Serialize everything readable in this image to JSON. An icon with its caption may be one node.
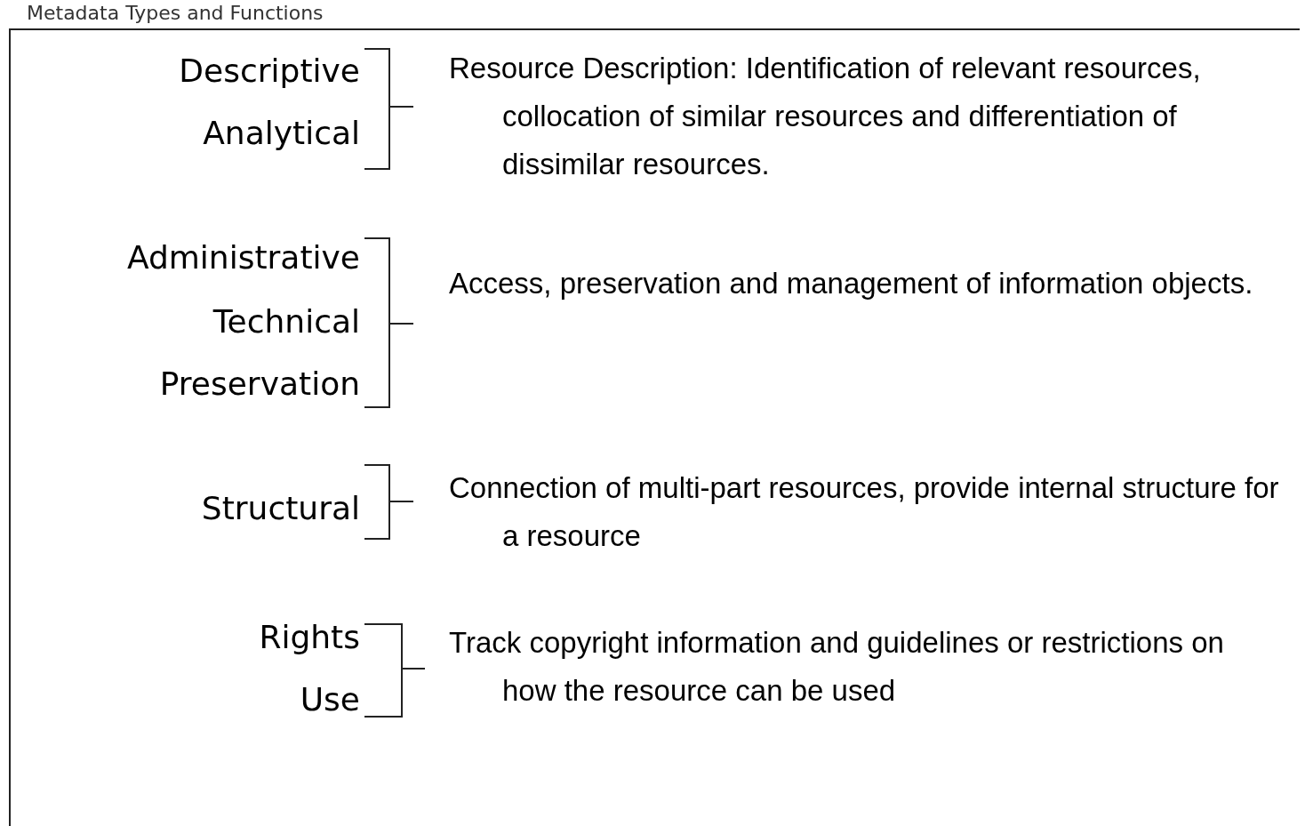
{
  "diagram": {
    "title": "Metadata Types and Functions",
    "labels": [
      "Descriptive",
      "Analytical",
      "Resource Description:  Identification of relevant resources, collocation of similar resources and differentiation of dissimilar resources.",
      "Administrative",
      "Technical",
      "Preservation",
      "Access, preservation and management of information objects.",
      "Structural",
      "Connection of multi-part resources, provide internal structure for a resource",
      "Rights",
      "Use",
      "Track copyright information and guidelines or restrictions on how the resource can be used"
    ]
  }
}
